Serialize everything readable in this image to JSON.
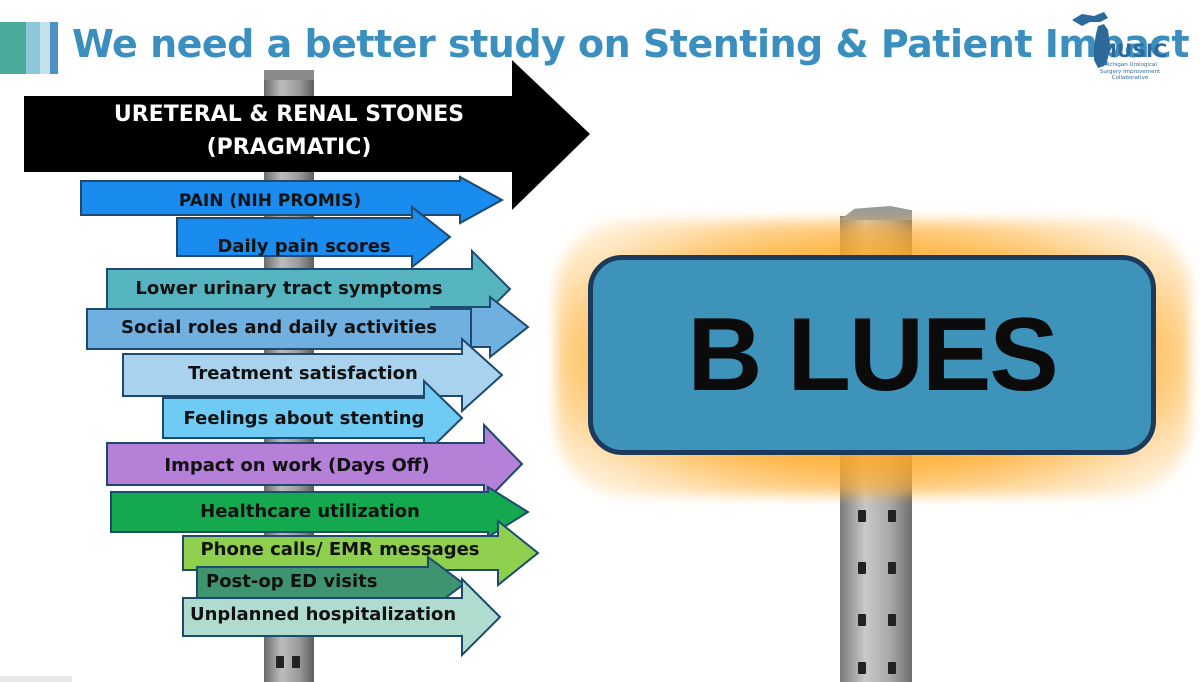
{
  "slide": {
    "title": "We need a better study on Stenting & Patient Impact",
    "logo": {
      "word": "MUSIC",
      "subtitle": "Michigan Urological Surgery Improvement Collaborative"
    },
    "sign_text": "B LUES",
    "main_arrow": {
      "line1": "URETERAL & RENAL STONES",
      "line2": "(PRAGMATIC)"
    },
    "arrows": [
      {
        "label": "PAIN (NIH PROMIS)",
        "color": "#1a8cf0"
      },
      {
        "label": "Daily pain scores",
        "color": "#1a8cf0"
      },
      {
        "label": "Lower urinary tract symptoms",
        "color": "#55b4c0"
      },
      {
        "label": "Social roles and daily activities",
        "color": "#6fb0e0"
      },
      {
        "label": "Treatment satisfaction",
        "color": "#a9d2ef"
      },
      {
        "label": "Feelings about stenting",
        "color": "#6fcbf4"
      },
      {
        "label": "Impact on work (Days Off)",
        "color": "#b480d8"
      },
      {
        "label": "Healthcare utilization",
        "color": "#14a84f"
      },
      {
        "label": "Phone calls/ EMR messages",
        "color": "#8ecf4e"
      },
      {
        "label": "Post-op ED visits",
        "color": "#3f9470"
      },
      {
        "label": "Unplanned hospitalization",
        "color": "#b0dcd0"
      }
    ],
    "colors": {
      "title": "#3a8fbf",
      "sign": "#3e93ba",
      "sign_border": "#1b3a5c",
      "glow": "#ffa514",
      "main_arrow": "#000000",
      "arrow_border": "#1d4a6e"
    }
  }
}
